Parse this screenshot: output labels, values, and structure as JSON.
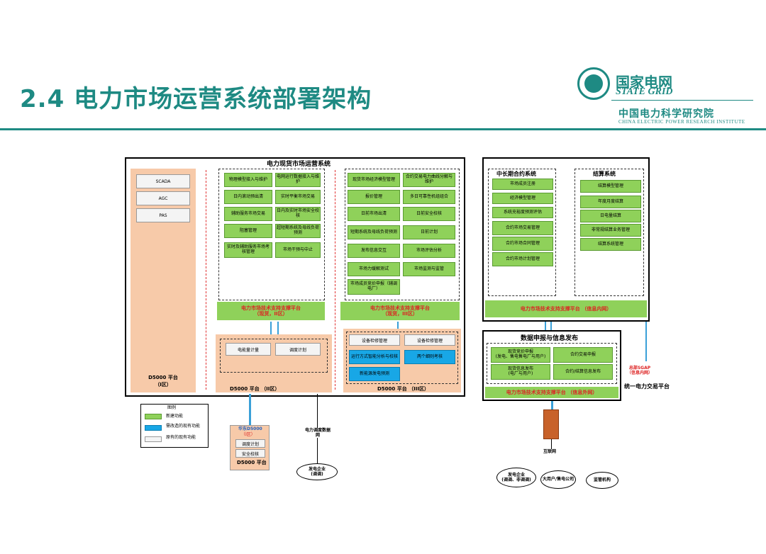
{
  "slide": {
    "title": "2.4 电力市场运营系统部署架构"
  },
  "logo": {
    "cn": "国家电网",
    "en": "STATE GRID",
    "org_cn": "中国电力科学研究院",
    "org_en": "CHINA ELECTRIC POWER RESEARCH INSTITUTE"
  },
  "spot": {
    "title": "电力现货市场运营系统",
    "zone1": {
      "items": [
        "SCADA",
        "AGC",
        "PAS"
      ],
      "platform": "D5000 平台\n（I区）"
    },
    "zone2": {
      "modules": [
        "物理模型接入与维护",
        "电网运行数据接入与维护",
        "日内滚动预出清",
        "实时平衡市场交易",
        "辅助服务市场交易",
        "日内及实时市场安全校核",
        "阻塞管理",
        "超短期系统及母线负荷预测",
        "实时及辅助服务市场考核管理",
        "市场干预与中止"
      ],
      "support": "电力市场技术支持支撑平台\n（现货，II区）",
      "lower": [
        "电能量计量",
        "调度计划"
      ],
      "platform": "D5000 平台 （II区）"
    },
    "zone3": {
      "modules": [
        "现货市场经济模型管理",
        "合约交易电力曲线分解与维护",
        "报价管理",
        "多日可靠性机组组合",
        "日前市场出清",
        "日前安全校核",
        "短期系统及母线负荷预测",
        "日前计划",
        "发布信息交互",
        "市场评估分析",
        "市场力缓解测试",
        "市场监测与监管",
        "市场成员竞价申报（辅调电厂）"
      ],
      "support": "电力市场技术支持支撑平台\n（现货，III区）",
      "lower": [
        "设备检修管理",
        "设备检修管理",
        "运行方式智能分析与校核",
        "两个细则考核",
        "新能源发电预测"
      ],
      "platform": "D5000 平台 （III区）"
    }
  },
  "mid": {
    "contract": {
      "title": "中长期合约系统",
      "items": [
        "市场成员注册",
        "经济模型管理",
        "系统充裕度预测评估",
        "合约市场交易管理",
        "合约市场合同管理",
        "合约市场计划管理"
      ]
    },
    "settle": {
      "title": "结算系统",
      "items": [
        "结算模型管理",
        "年度月度结算",
        "日电量结算",
        "非常规结算业务管理",
        "结算系统管理"
      ]
    },
    "support": "电力市场技术支持支撑平台 （信息内网）"
  },
  "declare": {
    "title": "数据申报与信息发布",
    "items": [
      "现货竞价申报\n(发电、售电售电厂与用户)",
      "合约交易申报",
      "现货信息发布\n(电厂与用户)",
      "合约/结算信息发布"
    ],
    "support": "电力市场技术支持支撑平台 （信息外网）"
  },
  "unified": {
    "top": "总部SGAP\n（信息内网）",
    "label": "统一电力交易平台"
  },
  "legend": {
    "title": "图例",
    "items": [
      "新建功能",
      "需改造的现有功能",
      "原有的现有功能"
    ]
  },
  "north": {
    "title": "华东D5000",
    "sub": "（I区）",
    "items": [
      "调度计划",
      "安全校核"
    ],
    "platform": "D5000 平台"
  },
  "dispatch_net": "电力调度数据网",
  "gen_left": "发电企业\n(调调)",
  "internet": "互联网",
  "ext": [
    "发电企业\n(调调、非调调)",
    "大用户/售电公司",
    "监管机构"
  ]
}
